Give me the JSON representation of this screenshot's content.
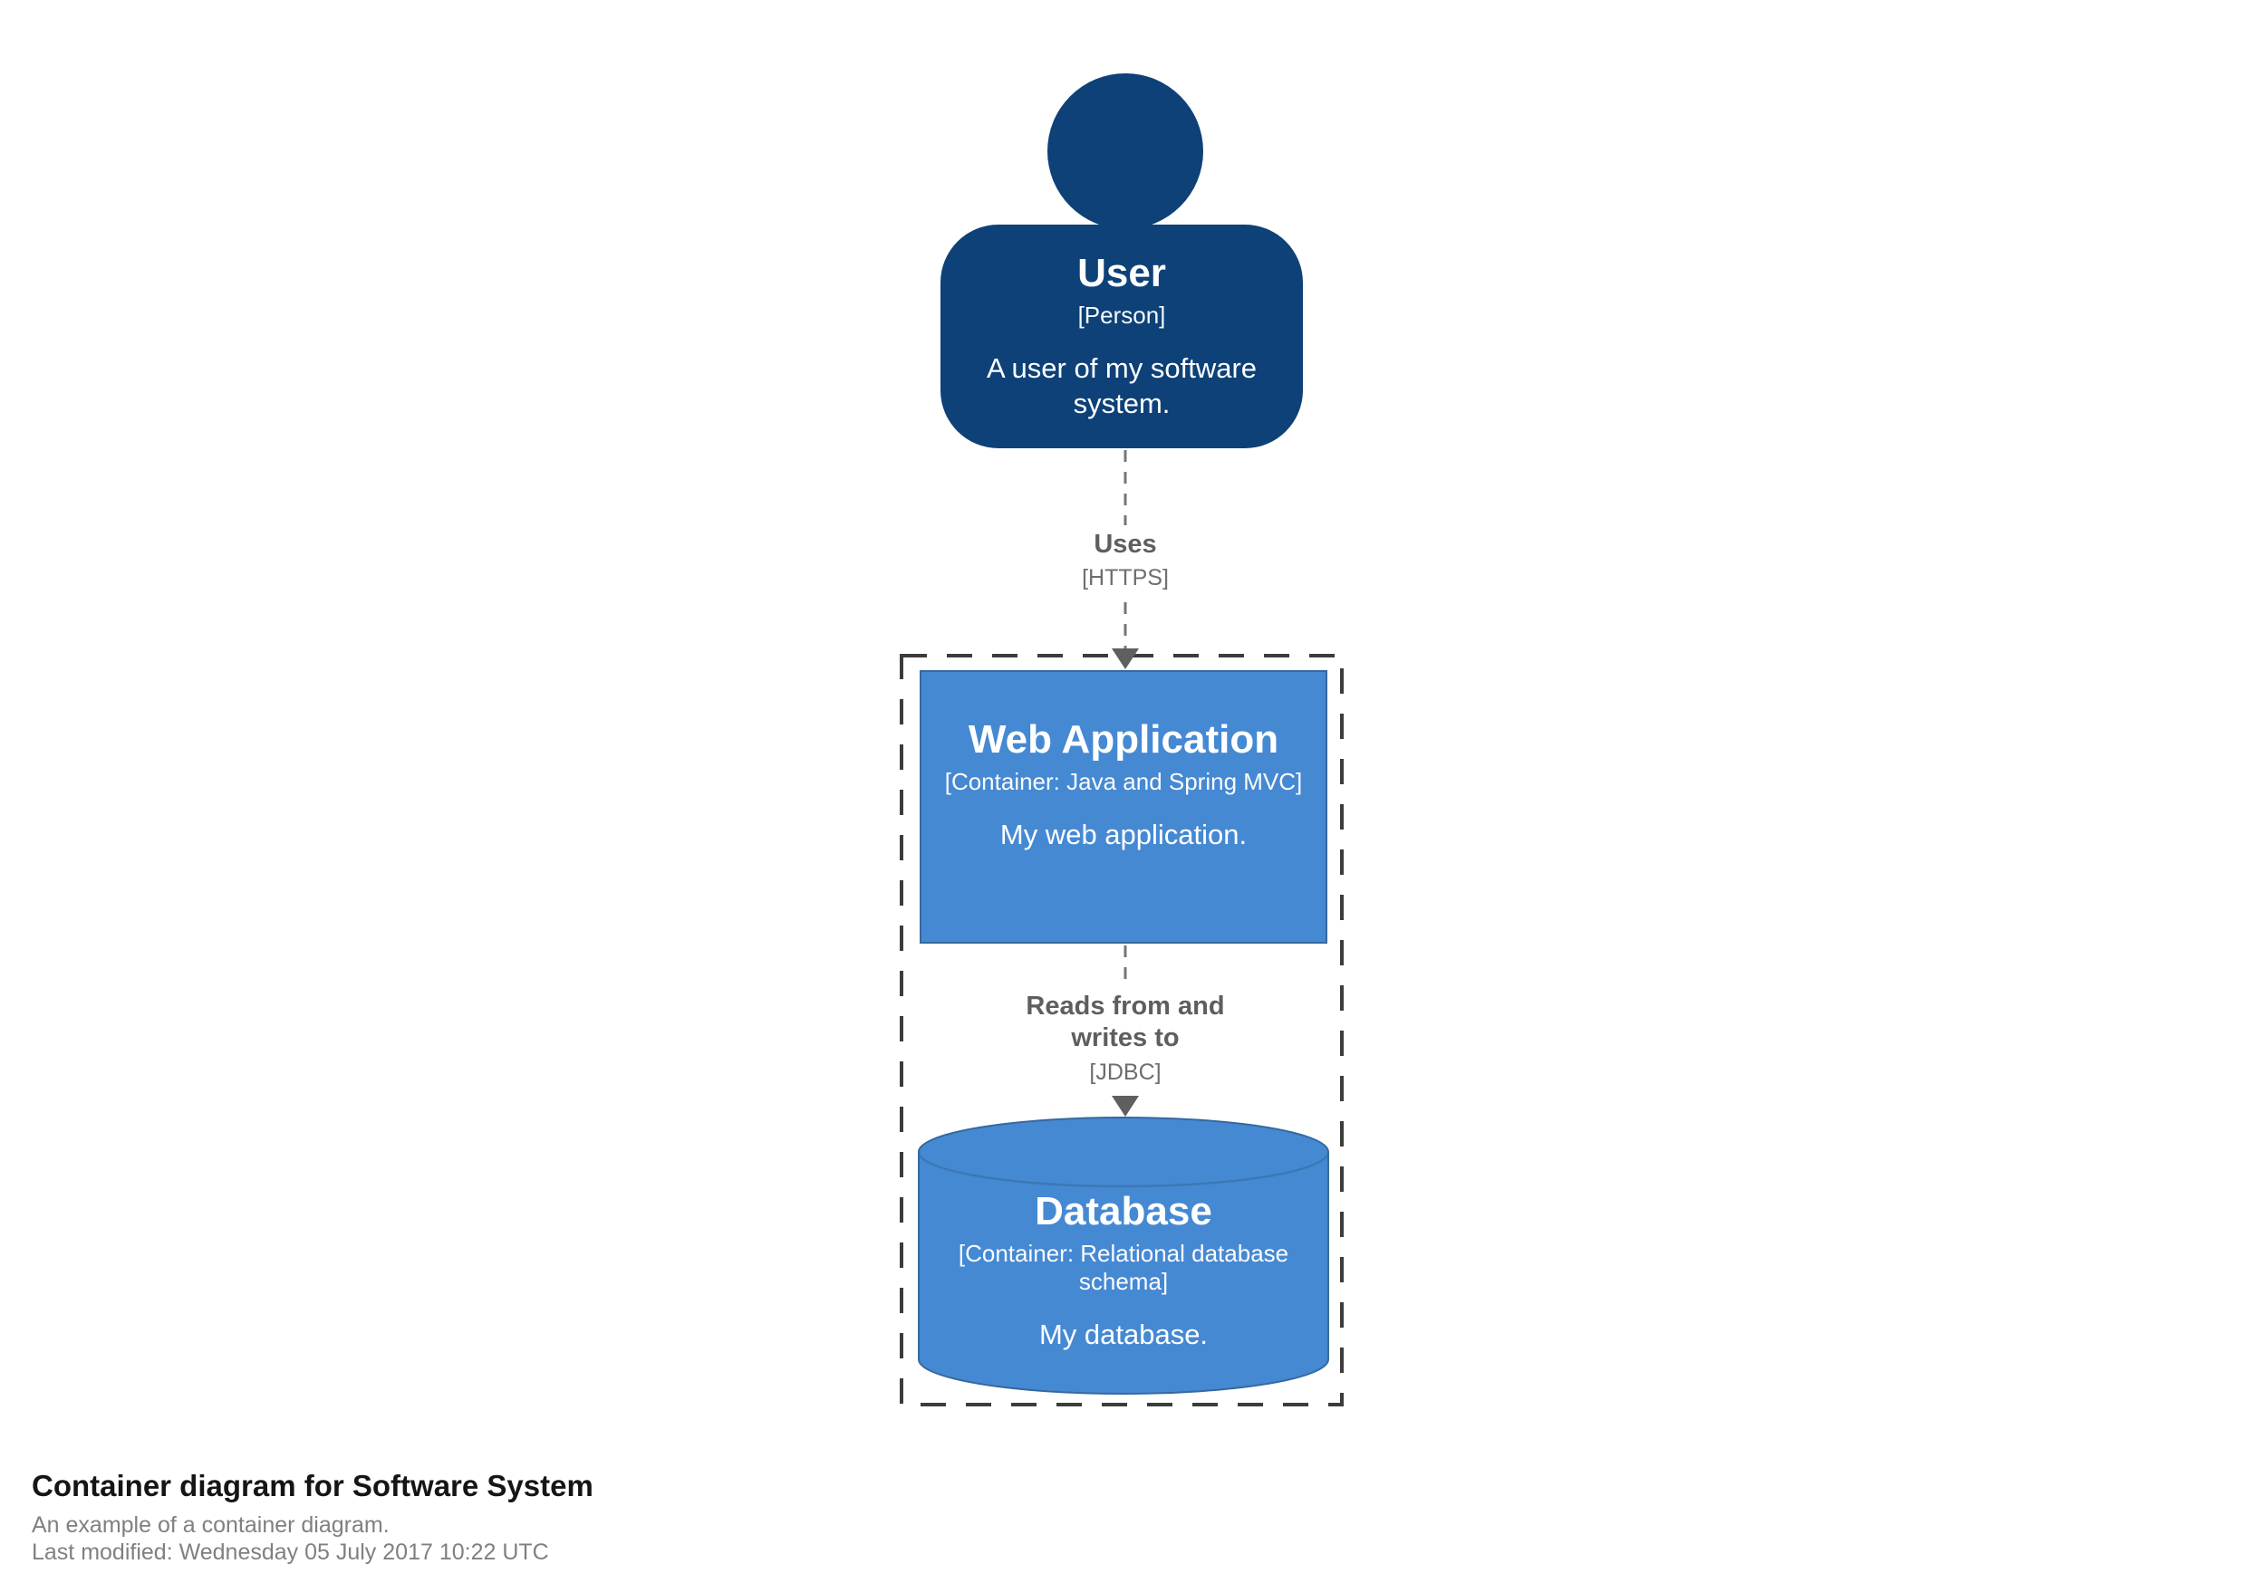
{
  "elements": {
    "user": {
      "name": "User",
      "type": "[Person]",
      "description": "A user of my software system."
    },
    "web_application": {
      "name": "Web Application",
      "type": "[Container: Java and Spring MVC]",
      "description": "My web application."
    },
    "database": {
      "name": "Database",
      "type": "[Container: Relational database schema]",
      "description": "My database."
    }
  },
  "relationships": {
    "user_to_webapp": {
      "label": "Uses",
      "technology": "[HTTPS]"
    },
    "webapp_to_database": {
      "label": "Reads from and writes to",
      "technology": "[JDBC]"
    }
  },
  "footer": {
    "title": "Container diagram for Software System",
    "subtitle": "An example of a container diagram.",
    "last_modified": "Last modified: Wednesday 05 July 2017 10:22 UTC"
  },
  "colors": {
    "person_fill": "#0d4178",
    "container_fill": "#4589d3",
    "container_border": "#35699f",
    "element_text": "#ffffff",
    "relationship_label": "#5e5e5e",
    "relationship_tech": "#6e6e6e",
    "relationship_line": "#767676",
    "arrowhead": "#5f5f5f",
    "boundary_border": "#3c3c3c",
    "title_color": "#151515",
    "meta_color": "#808080",
    "canvas_bg": "#ffffff"
  }
}
